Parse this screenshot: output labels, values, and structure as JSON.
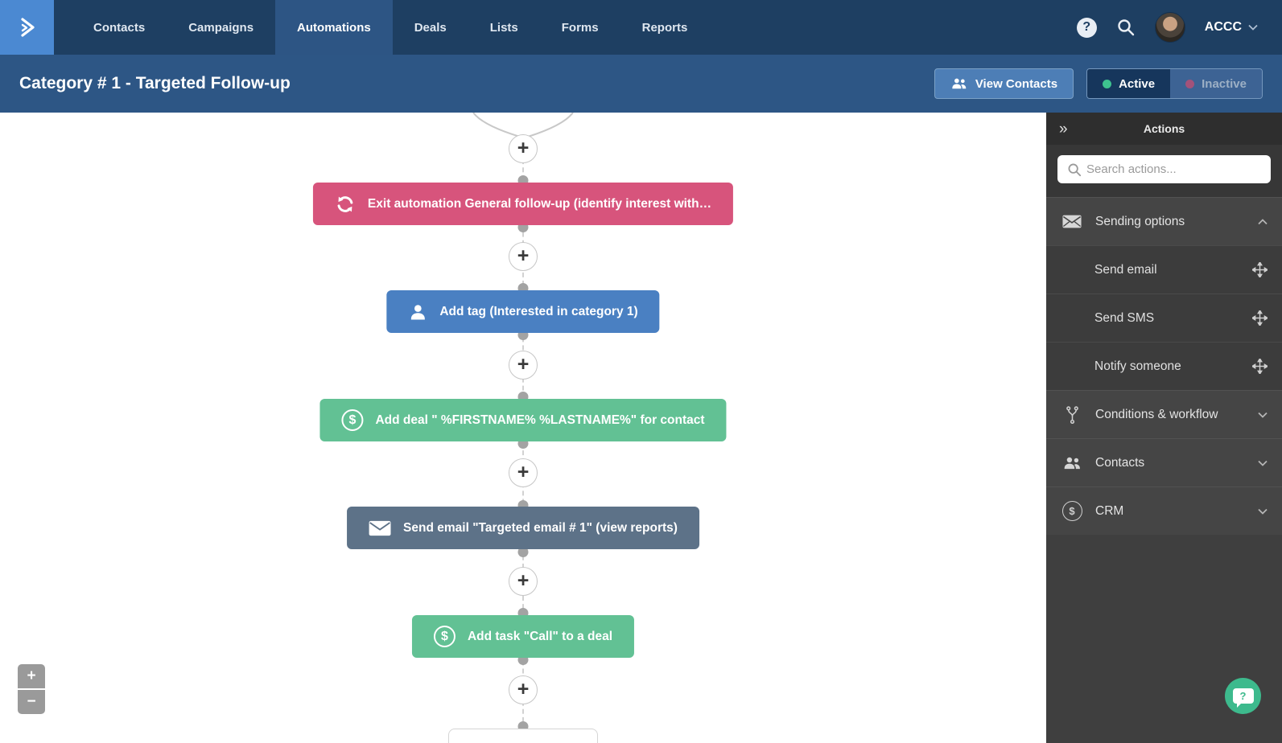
{
  "nav": {
    "items": [
      {
        "label": "Contacts"
      },
      {
        "label": "Campaigns"
      },
      {
        "label": "Automations",
        "active": true
      },
      {
        "label": "Deals"
      },
      {
        "label": "Lists"
      },
      {
        "label": "Forms"
      },
      {
        "label": "Reports"
      }
    ],
    "account_name": "ACCC"
  },
  "icons": {
    "help": "?",
    "collapse": "»",
    "plus": "+",
    "zoom_in": "+",
    "zoom_out": "−",
    "chat_question": "?",
    "dollar": "$"
  },
  "header": {
    "title": "Category # 1 - Targeted Follow-up",
    "view_contacts_label": "View Contacts",
    "active_label": "Active",
    "inactive_label": "Inactive",
    "active_selected": true
  },
  "flow": {
    "nodes": [
      {
        "type": "exit-automation",
        "icon": "sync-icon",
        "color": "#d7547c",
        "label": "Exit automation General follow-up (identify interest with…"
      },
      {
        "type": "add-tag",
        "icon": "contact-icon",
        "color": "#4a80c2",
        "label": "Add tag (Interested in category 1)"
      },
      {
        "type": "add-deal",
        "icon": "dollar-icon",
        "color": "#62c194",
        "label": "Add deal \" %FIRSTNAME% %LASTNAME%\" for contact"
      },
      {
        "type": "send-email",
        "icon": "envelope-icon",
        "color": "#5d7288",
        "label": "Send email \"Targeted email # 1\" (view reports)"
      },
      {
        "type": "add-task",
        "icon": "dollar-icon",
        "color": "#62c194",
        "label": "Add task \"Call\" to a deal"
      }
    ]
  },
  "sidebar": {
    "title": "Actions",
    "search_placeholder": "Search actions...",
    "sections": [
      {
        "label": "Sending options",
        "icon": "envelope-icon",
        "state": "expanded",
        "items": [
          "Send email",
          "Send SMS",
          "Notify someone"
        ]
      },
      {
        "label": "Conditions & workflow",
        "icon": "branch-icon",
        "state": "collapsed"
      },
      {
        "label": "Contacts",
        "icon": "contacts-icon",
        "state": "collapsed"
      },
      {
        "label": "CRM",
        "icon": "dollar-icon",
        "state": "collapsed"
      }
    ]
  },
  "colors": {
    "nav_bg": "#1e3f62",
    "active_tab": "#2d5584",
    "logo_blue": "#4b89d2",
    "header_bg": "#2d5685",
    "node_pink": "#d7547c",
    "node_blue": "#4a80c2",
    "node_green": "#62c194",
    "node_slate": "#5d7288",
    "active_dot": "#3ec28f",
    "inactive_dot": "#a3527a",
    "chat_green": "#3dba8d"
  }
}
